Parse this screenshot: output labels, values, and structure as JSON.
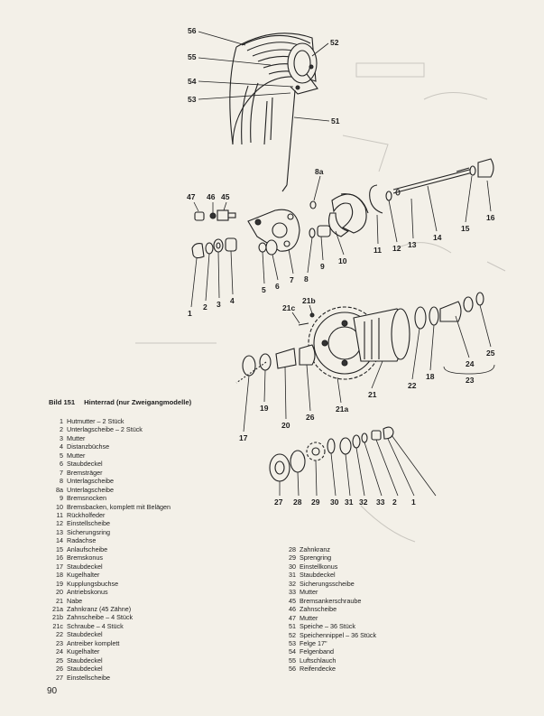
{
  "caption": {
    "figure": "Bild 151",
    "title": "Hinterrad (nur Zweigangmodelle)"
  },
  "callouts": [
    "56",
    "55",
    "54",
    "53",
    "52",
    "51",
    "8a",
    "47",
    "46",
    "45",
    "11",
    "12",
    "13",
    "14",
    "15",
    "16",
    "10",
    "9",
    "8",
    "7",
    "6",
    "5",
    "4",
    "3",
    "2",
    "1",
    "21b",
    "21c",
    "22",
    "18",
    "24",
    "23",
    "25",
    "21a",
    "21",
    "17",
    "19",
    "20",
    "26",
    "27",
    "28",
    "29",
    "30",
    "31",
    "32",
    "33",
    "2",
    "1"
  ],
  "legend_left": [
    {
      "key": "1",
      "text": "Hutmutter – 2 Stück"
    },
    {
      "key": "2",
      "text": "Unterlagscheibe – 2 Stück"
    },
    {
      "key": "3",
      "text": "Mutter"
    },
    {
      "key": "4",
      "text": "Distanzbüchse"
    },
    {
      "key": "5",
      "text": "Mutter"
    },
    {
      "key": "6",
      "text": "Staubdeckel"
    },
    {
      "key": "7",
      "text": "Bremsträger"
    },
    {
      "key": "8",
      "text": "Unterlagscheibe"
    },
    {
      "key": "8a",
      "text": "Unterlagscheibe"
    },
    {
      "key": "9",
      "text": "Bremsnocken"
    },
    {
      "key": "10",
      "text": "Bremsbacken, komplett mit Belägen"
    },
    {
      "key": "11",
      "text": "Rückholfeder"
    },
    {
      "key": "12",
      "text": "Einstellscheibe"
    },
    {
      "key": "13",
      "text": "Sicherungsring"
    },
    {
      "key": "14",
      "text": "Radachse"
    },
    {
      "key": "15",
      "text": "Anlaufscheibe"
    },
    {
      "key": "16",
      "text": "Bremskonus"
    },
    {
      "key": "17",
      "text": "Staubdeckel"
    },
    {
      "key": "18",
      "text": "Kugelhalter"
    },
    {
      "key": "19",
      "text": "Kupplungsbuchse"
    },
    {
      "key": "20",
      "text": "Antriebskonus"
    },
    {
      "key": "21",
      "text": "Nabe"
    },
    {
      "key": "21a",
      "text": "Zahnkranz (45 Zähne)"
    },
    {
      "key": "21b",
      "text": "Zahnscheibe – 4 Stück"
    },
    {
      "key": "21c",
      "text": "Schraube – 4 Stück"
    },
    {
      "key": "22",
      "text": "Staubdeckel"
    },
    {
      "key": "23",
      "text": "Antreiber komplett"
    },
    {
      "key": "24",
      "text": "Kugelhalter"
    },
    {
      "key": "25",
      "text": "Staubdeckel"
    },
    {
      "key": "26",
      "text": "Staubdeckel"
    },
    {
      "key": "27",
      "text": "Einstellscheibe"
    }
  ],
  "legend_right": [
    {
      "key": "28",
      "text": "Zahnkranz"
    },
    {
      "key": "29",
      "text": "Sprengring"
    },
    {
      "key": "30",
      "text": "Einstellkonus"
    },
    {
      "key": "31",
      "text": "Staubdeckel"
    },
    {
      "key": "32",
      "text": "Sicherungsscheibe"
    },
    {
      "key": "33",
      "text": "Mutter"
    },
    {
      "key": "45",
      "text": "Bremsankerschraube"
    },
    {
      "key": "46",
      "text": "Zahnscheibe"
    },
    {
      "key": "47",
      "text": "Mutter"
    },
    {
      "key": "51",
      "text": "Speiche – 36 Stück"
    },
    {
      "key": "52",
      "text": "Speichennippel – 36 Stück"
    },
    {
      "key": "53",
      "text": "Felge 17\""
    },
    {
      "key": "54",
      "text": "Felgenband"
    },
    {
      "key": "55",
      "text": "Luftschlauch"
    },
    {
      "key": "56",
      "text": "Reifendecke"
    }
  ],
  "page_number": "90"
}
